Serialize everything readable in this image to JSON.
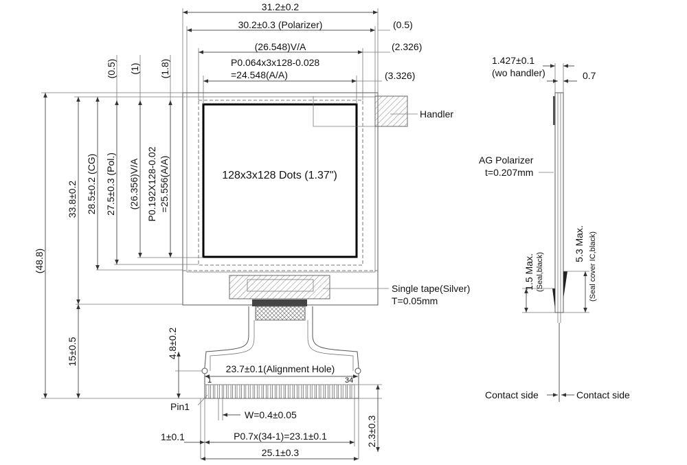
{
  "dims": {
    "top_width": "31.2±0.2",
    "polarizer_width": "30.2±0.3 (Polarizer)",
    "right_05": "(0.5)",
    "va_width": "(26.548)V/A",
    "right_2326": "(2.326)",
    "aa_width_l1": "P0.064x3x128-0.028",
    "aa_width_l2": "=24.548(A/A)",
    "right_3326": "(3.326)",
    "handler": "Handler",
    "side_thickness_l1": "1.427±0.1",
    "side_thickness_l2": "(wo handler)",
    "side_07": "0.7",
    "ag_polarizer_l1": "AG Polarizer",
    "ag_polarizer_l2": "t=0.207mm",
    "seal_black_val": "1.5 Max.",
    "seal_black_note": "(Seal,black)",
    "seal_cover_val": "5.3 Max.",
    "seal_cover_note": "(Seal cover IC,black)",
    "contact_left": "Contact side",
    "contact_right": "Contact side",
    "center_text": "128x3x128 Dots (1.37\")",
    "v_05": "(0.5)",
    "v_1": "(1)",
    "v_18": "(1.8)",
    "v_488": "(48.8)",
    "v_338": "33.8±0.2",
    "v_285": "28.5±0.2 (CG)",
    "v_275": "27.5±0.3 (Pol.)",
    "v_va": "(26.356)V/A",
    "v_aa_l1": "P0.192X128-0.02",
    "v_aa_l2": "=25.556(A/A)",
    "v_15": "15±0.5",
    "v_48": "4.8±0.2",
    "tape_l1": "Single tape(Silver)",
    "tape_l2": "T=0.05mm",
    "alignment": "23.7±0.1(Alignment Hole)",
    "pin_first": "1",
    "pin_last": "34",
    "pin1": "Pin1",
    "pin_width": "W=0.4±0.05",
    "v_23": "2.3±0.3",
    "left_1": "1±0.1",
    "pitch": "P0.7x(34-1)=23.1±0.1",
    "bottom_width": "25.1±0.3"
  }
}
